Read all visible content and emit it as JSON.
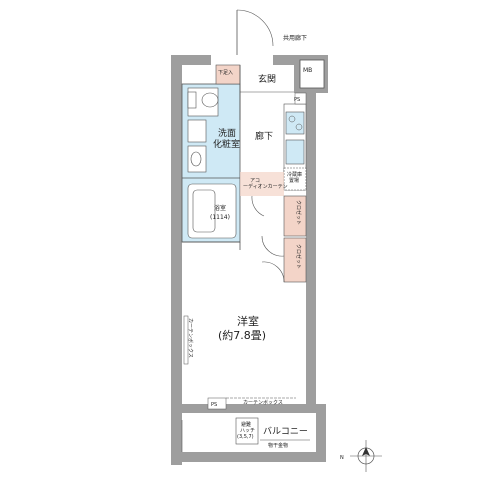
{
  "labels": {
    "common_corridor": "共用廊下",
    "mb": "MB",
    "shoe_storage": "下足入",
    "entrance": "玄関",
    "ps_top": "PS",
    "ps_bottom": "PS",
    "corridor": "廊下",
    "washroom": "洗面\n化粧室",
    "bathroom": "浴室\n(1114)",
    "aircon": "アコ\nーディオンカーテン",
    "fridge": "冷蔵庫\n置場",
    "closet1": "クロゼット",
    "closet2": "クロゼット",
    "western_room": "洋室\n(約7.8畳)",
    "curtain_box_left": "カーテンボックス",
    "curtain_box_bottom": "カーテンボックス",
    "balcony": "バルコニー",
    "hatch": "避難\nハッチ\n(3,5,7)",
    "drying_hardware": "物干金物",
    "north": "N"
  },
  "colors": {
    "wall": "#9e9e9e",
    "wet_area": "#cfe9f5",
    "storage": "#f3d4c8",
    "floor": "#ffffff",
    "line": "#555555"
  }
}
